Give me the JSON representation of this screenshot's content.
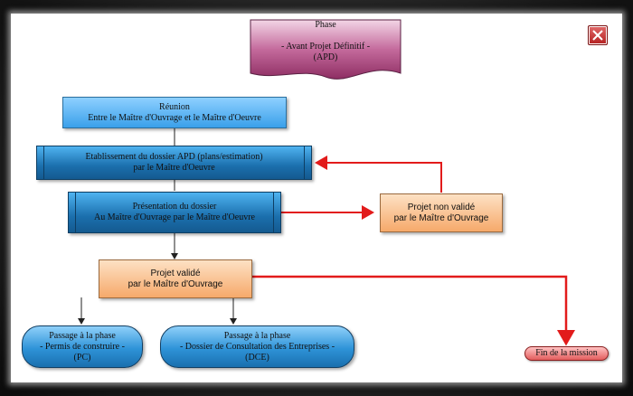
{
  "window": {
    "close_label": "Close"
  },
  "phase": {
    "text": "Phase\n\n- Avant Projet Définitif -\n(APD)"
  },
  "steps": {
    "reunion": "Réunion\nEntre le Maître d'Ouvrage et  le Maître d'Oeuvre",
    "etablissement": "Etablissement du dossier APD (plans/estimation)\npar le Maître d'Oeuvre",
    "presentation": "Présentation du dossier\nAu Maître d'Ouvrage par le Maître d'Oeuvre",
    "non_valide": "Projet non validé\npar le Maître d'Ouvrage",
    "valide": "Projet validé\npar le Maître d'Ouvrage",
    "pc": "Passage à la phase\n- Permis de construire -\n(PC)",
    "dce": "Passage à la phase\n- Dossier de Consultation des Entreprises -\n(DCE)",
    "fin": "Fin de la mission"
  },
  "colors": {
    "arrow_red": "#e21b1b",
    "arrow_black": "#222222",
    "phase_fill": "#c46a9c"
  }
}
